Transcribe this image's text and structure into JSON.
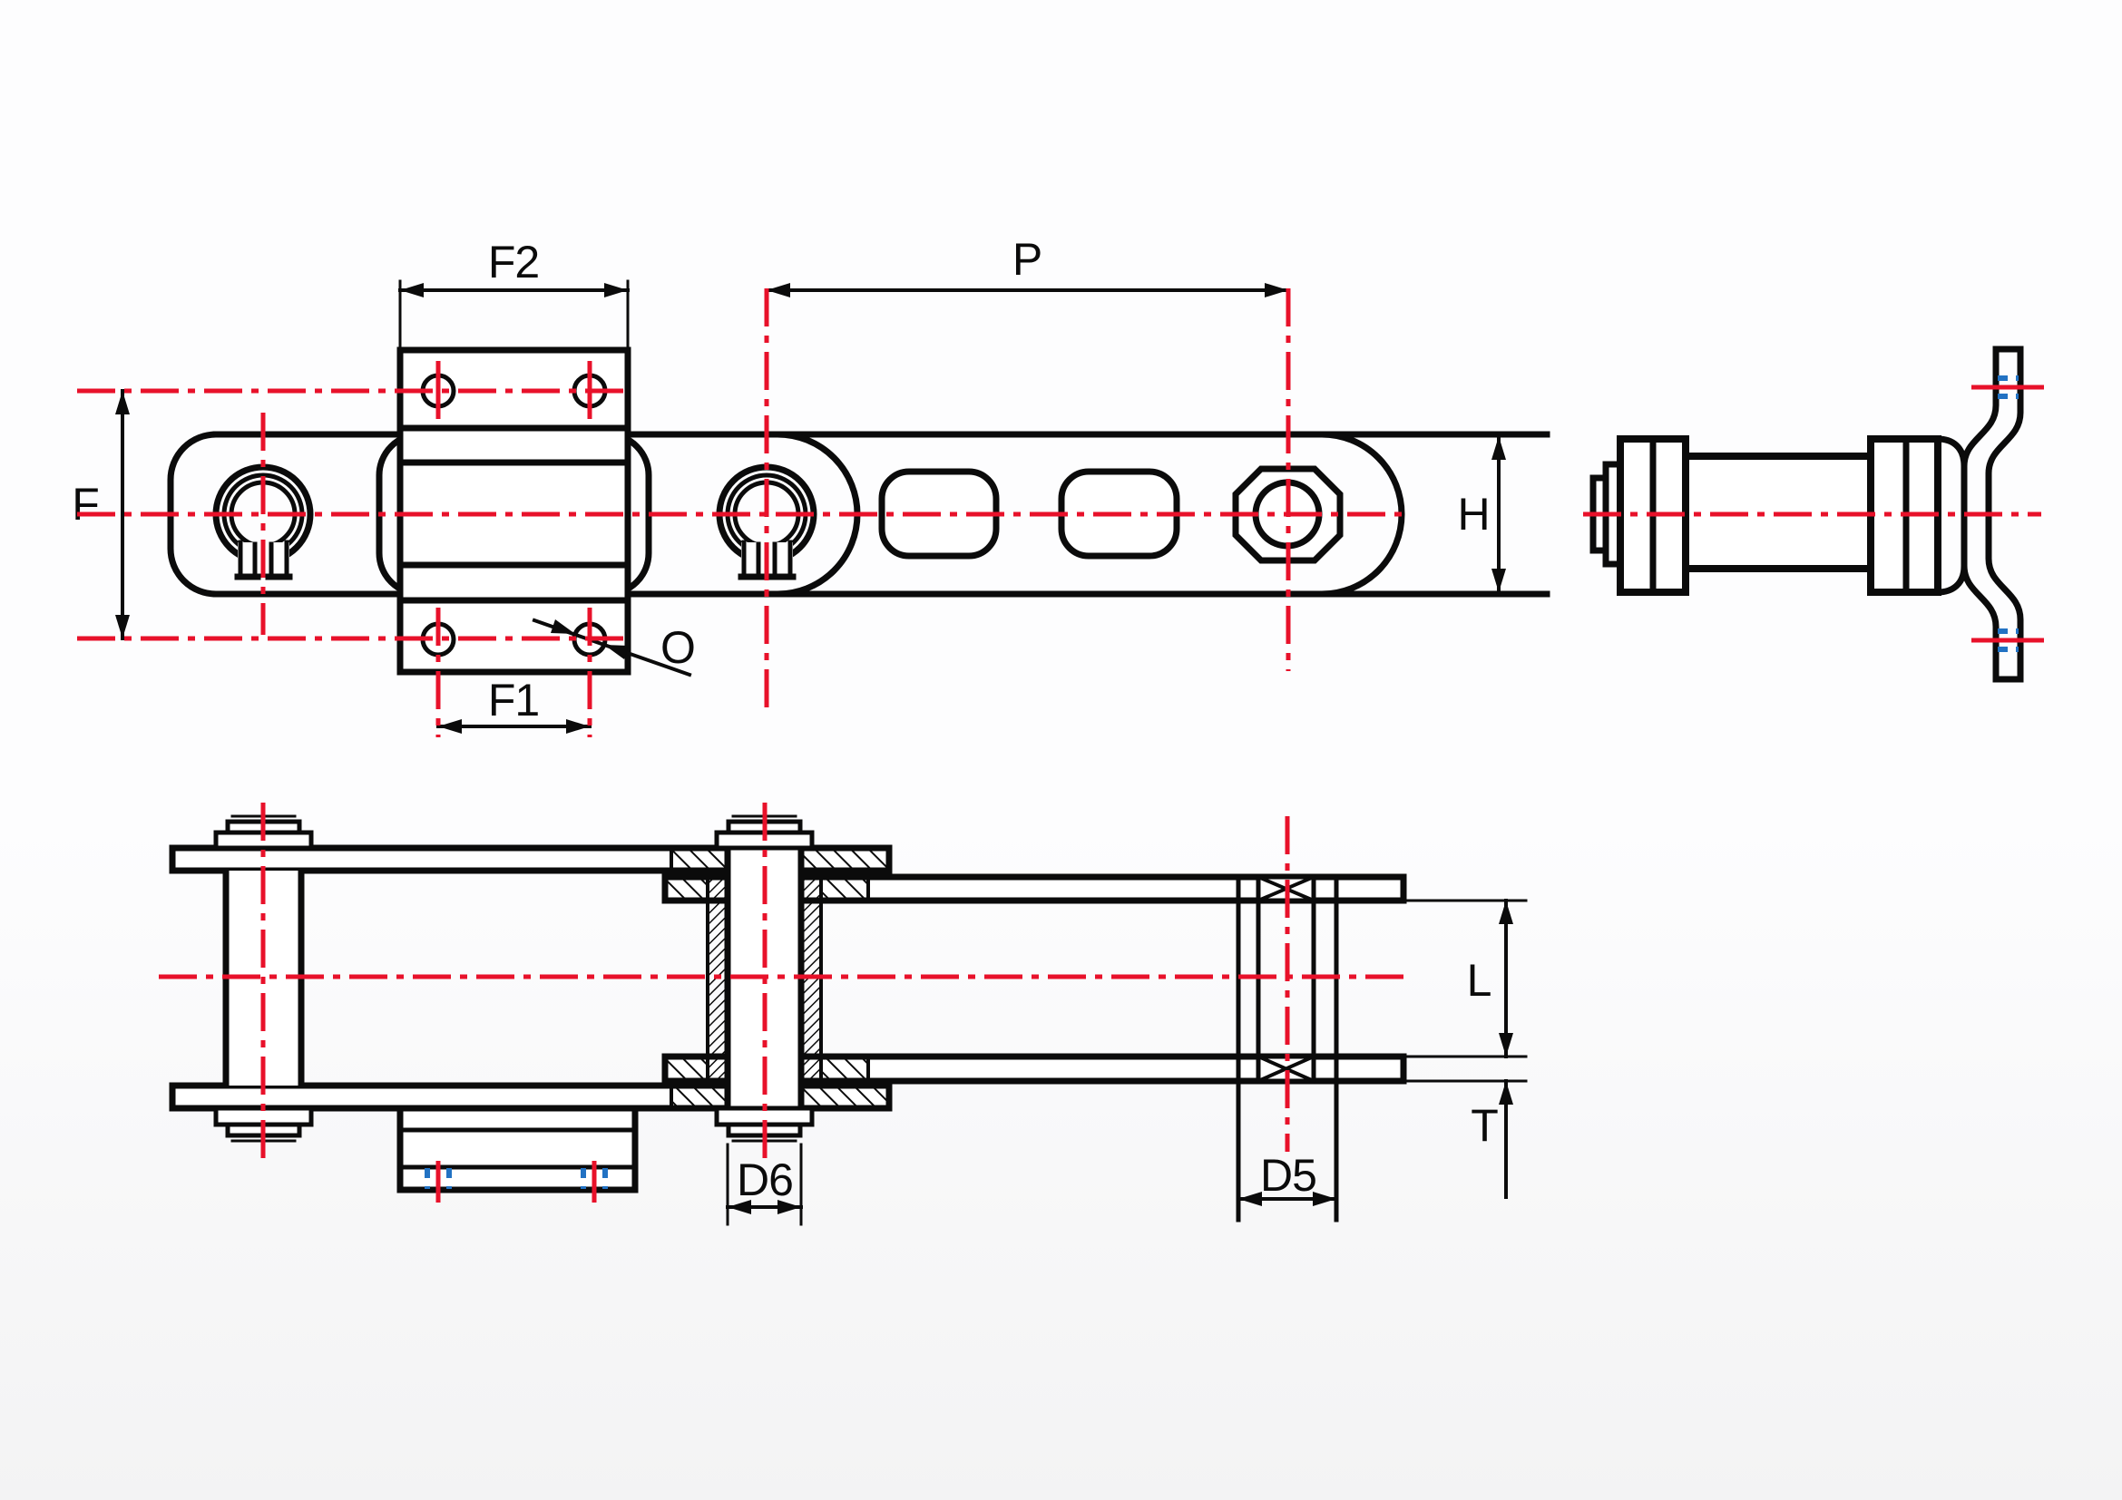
{
  "drawing": {
    "type": "engineering-drawing",
    "subject": "conveyor chain with bent K-attachment, three orthographic views",
    "colors": {
      "line": "#0b0b0b",
      "centerline": "#e8112a",
      "hidden_hole": "#2272c3",
      "background_top": "#fdfdfe",
      "background_bottom": "#f3f3f4"
    },
    "dimension_labels": {
      "f2": "F2",
      "p": "P",
      "f": "F",
      "f1": "F1",
      "o": "O",
      "h": "H",
      "l": "L",
      "t": "T",
      "d6": "D6",
      "d5": "D5"
    }
  }
}
